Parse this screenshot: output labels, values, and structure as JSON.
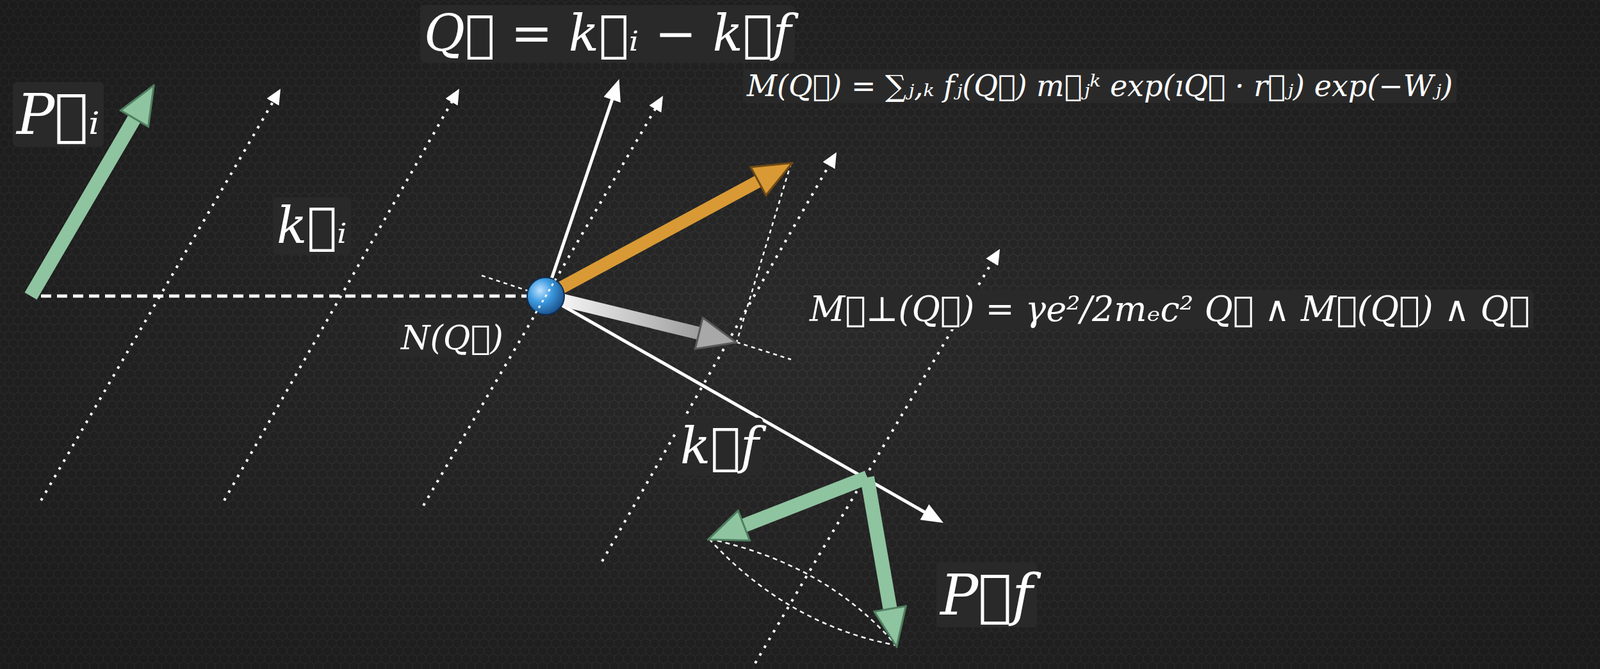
{
  "diagram": {
    "labels": [
      "P⃗ᵢ",
      "Q⃗ = k⃗ᵢ − k⃗f",
      "M(Q⃗) = ∑ⱼ,ₖ fⱼ(Q⃗) m⃗ⱼᵏ exp(ıQ⃗ · r⃗ⱼ) exp(−Wⱼ)",
      "k⃗ᵢ",
      "N(Q⃗)",
      "M⃗⊥(Q⃗) = γe²/2mₑc² Q⃗ ∧ M⃗(Q⃗) ∧ Q⃗",
      "k⃗f",
      "P⃗f"
    ]
  }
}
